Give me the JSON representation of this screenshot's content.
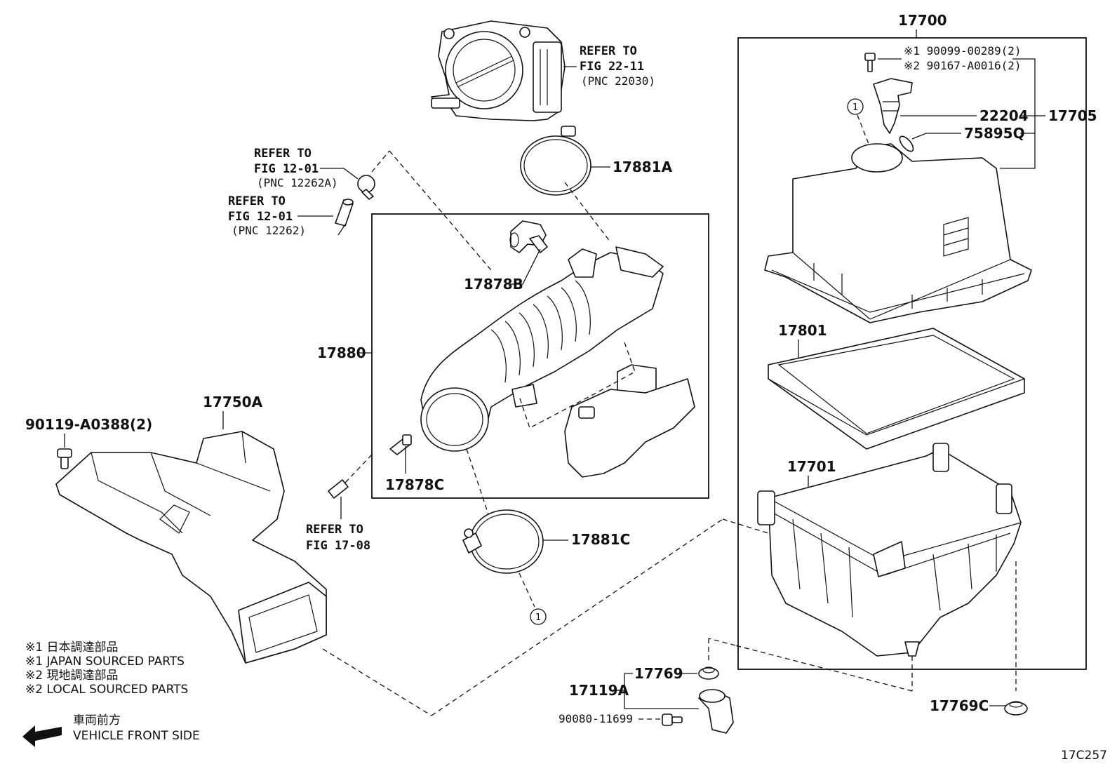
{
  "diagram_code": "17C257",
  "parts": {
    "assy_17700": "17700",
    "s1_part": "※1 90099-00289(2)",
    "s2_part": "※2 90167-A0016(2)",
    "p22204": "22204",
    "p17705": "17705",
    "p75895q": "75895Q",
    "p17801": "17801",
    "p17701": "17701",
    "p17881a": "17881A",
    "p17878b": "17878B",
    "p17880": "17880",
    "p17878c": "17878C",
    "p17881c": "17881C",
    "p17750a": "17750A",
    "p90119": "90119-A0388(2)",
    "p17769": "17769",
    "p17119a": "17119A",
    "p90080": "90080-11699",
    "p17769c": "17769C"
  },
  "refs": {
    "throttle": {
      "l1": "REFER TO",
      "l2": "FIG 22-11",
      "l3": "(PNC 22030)"
    },
    "fig12a": {
      "l1": "REFER TO",
      "l2": "FIG 12-01",
      "l3": "(PNC 12262A)"
    },
    "fig12b": {
      "l1": "REFER TO",
      "l2": "FIG 12-01",
      "l3": "(PNC 12262)"
    },
    "fig17": {
      "l1": "REFER TO",
      "l2": "FIG 17-08"
    }
  },
  "callout_symbol": "1",
  "legend": {
    "l1": "※1  日本調達部品",
    "l2": "※1  JAPAN SOURCED PARTS",
    "l3": "※2  現地調達部品",
    "l4": "※2  LOCAL SOURCED PARTS",
    "front_jp": "車両前方",
    "front_en": "VEHICLE FRONT SIDE",
    "front_arrow": "arrow-left-icon"
  }
}
